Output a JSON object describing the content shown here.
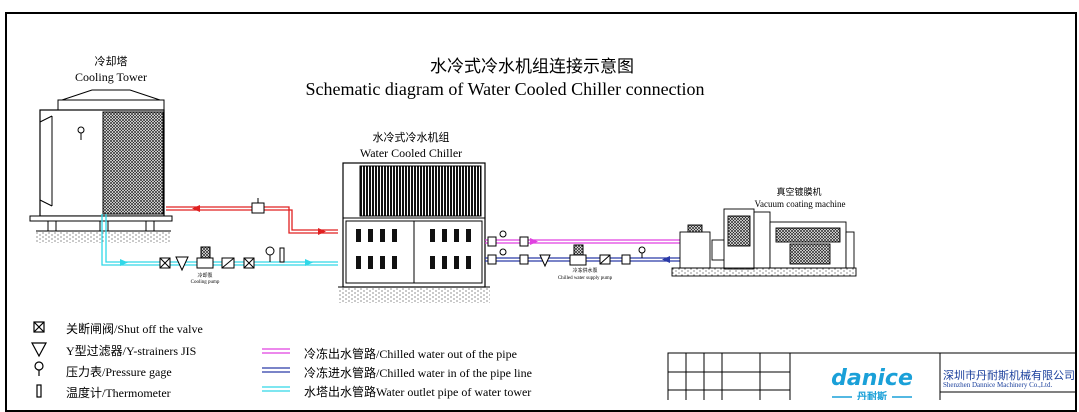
{
  "title": {
    "cn": "水冷式冷水机组连接示意图",
    "en": "Schematic diagram of Water Cooled Chiller connection"
  },
  "cooling_tower": {
    "cn": "冷却塔",
    "en": "Cooling Tower"
  },
  "chiller": {
    "cn": "水冷式冷水机组",
    "en": "Water Cooled Chiller"
  },
  "coating_machine": {
    "cn": "真空镀膜机",
    "en": "Vacuum coating machine"
  },
  "pumps": {
    "cooling_cn": "冷却泵",
    "cooling_en": "Cooling pump",
    "chilled_cn": "冷冻供水泵",
    "chilled_en": "Chilled water supply pump"
  },
  "legend_symbols": [
    {
      "label": "关断闸阀/Shut off the valve"
    },
    {
      "label": "Y型过滤器/Y-strainers JIS"
    },
    {
      "label": "压力表/Pressure gage"
    },
    {
      "label": "温度计/Thermometer"
    }
  ],
  "legend_lines": [
    {
      "label": "冷冻出水管路/Chilled water out of the pipe",
      "color": "#e040e0"
    },
    {
      "label": "冷冻进水管路/Chilled water in of the pipe line",
      "color": "#2a3aa8"
    },
    {
      "label": "水塔出水管路Water outlet pipe of water tower",
      "color": "#30d8e8"
    }
  ],
  "colors": {
    "hot_pipe": "#e02020",
    "tower_outlet": "#30d8e8",
    "chilled_out": "#e040e0",
    "chilled_in": "#2a3aa8"
  },
  "brand": {
    "logo": "danice",
    "logo_cn": "丹耐斯",
    "company_cn": "深圳市丹耐斯机械有限公司",
    "company_en": "Shenzhen Dannice Machinery Co.,Ltd."
  }
}
